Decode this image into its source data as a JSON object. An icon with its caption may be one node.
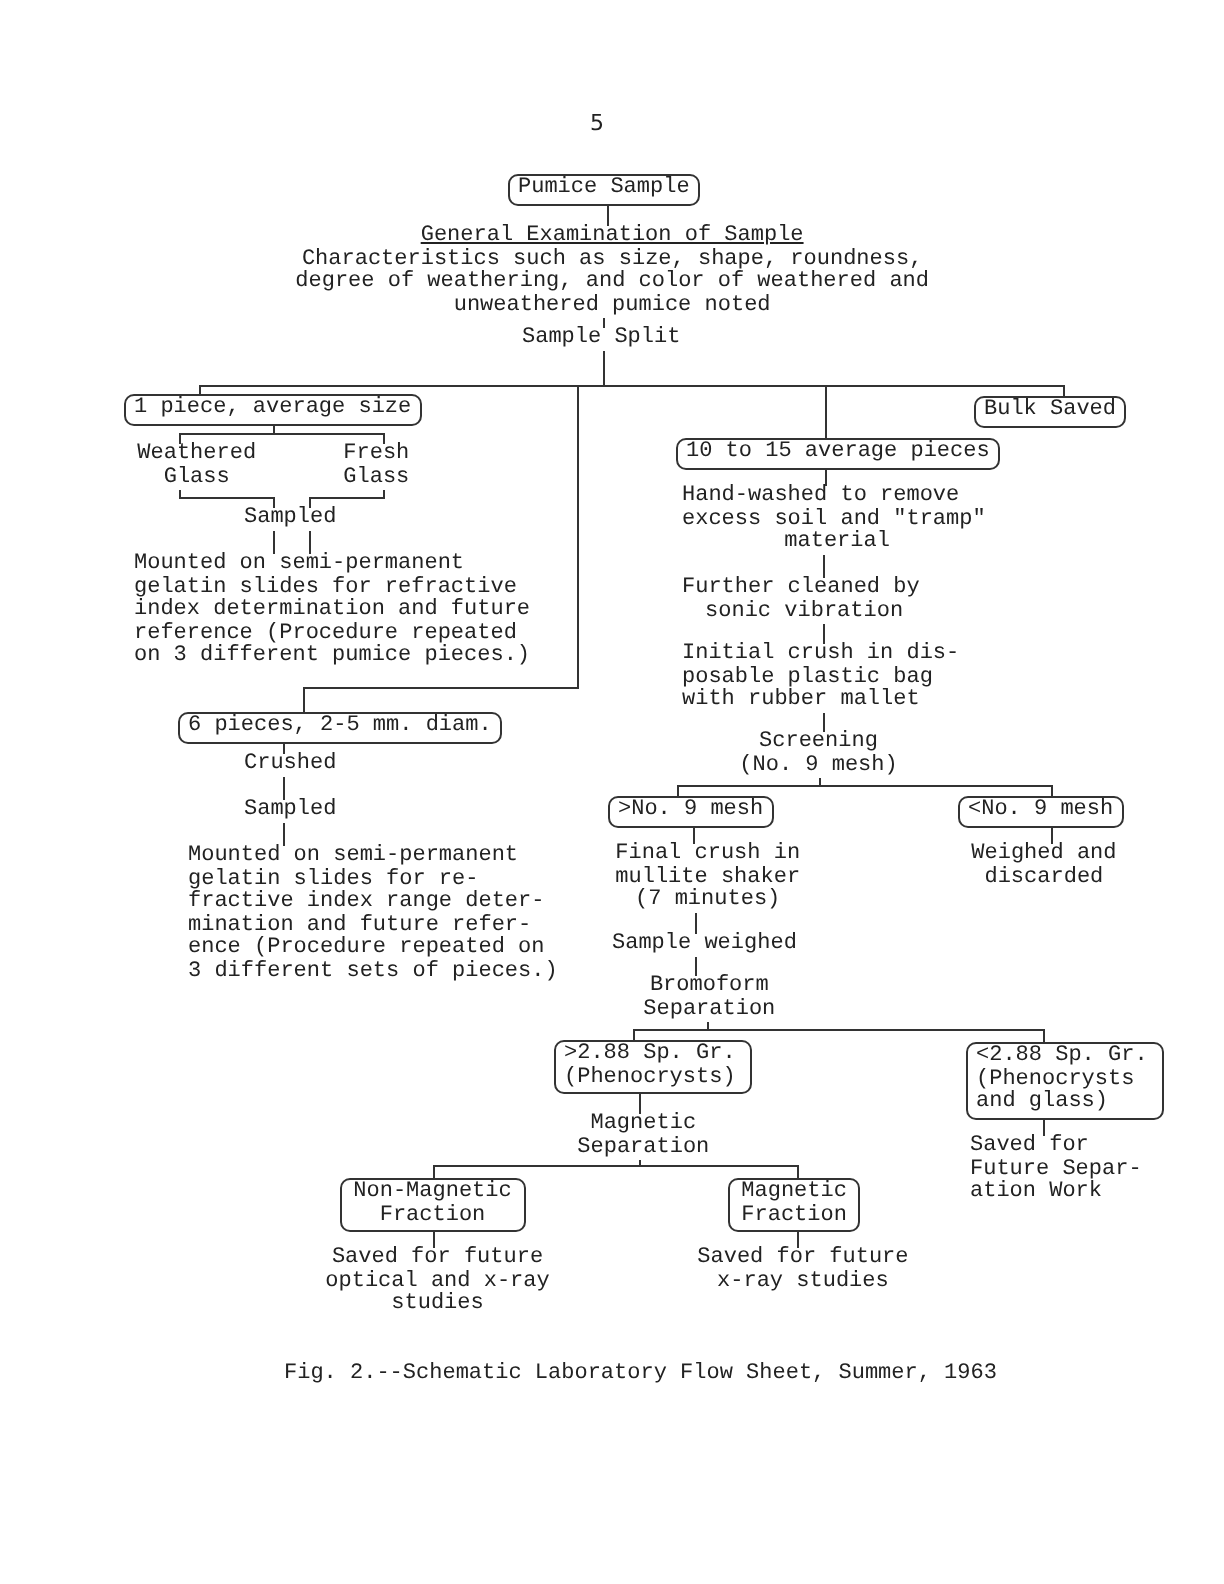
{
  "diagram": {
    "caption": "Fig. 2.--Schematic Laboratory Flow Sheet, Summer, 1963",
    "nodes": [
      {
        "text": [
          "Pumice Sample"
        ]
      },
      {
        "text": [
          "General Examination of Sample",
          "Characteristics such as size, shape, roundness, degree of weathering, and color of weathered and unweathered pumice noted"
        ]
      },
      {
        "text": [
          "Sample Split"
        ]
      },
      {
        "text": [
          "1 piece, average size"
        ]
      },
      {
        "text": [
          "Bulk Saved"
        ]
      },
      {
        "text": [
          "10 to 15 average pieces"
        ]
      },
      {
        "text": [
          "Weathered Glass"
        ]
      },
      {
        "text": [
          "Fresh Glass"
        ]
      },
      {
        "text": [
          "Sampled"
        ]
      },
      {
        "text": [
          "Mounted on semi-permanent gelatin slides for refractive index determination and future reference (Procedure repeated on 3 different pumice pieces.)"
        ]
      },
      {
        "text": [
          "6 pieces, 2-5 mm. diam."
        ]
      },
      {
        "text": [
          "Crushed"
        ]
      },
      {
        "text": [
          "Sampled"
        ]
      },
      {
        "text": [
          "Mounted on semi-permanent gelatin slides for re- fractive index range deter- mination and future refer- ence (Procedure repeated on 3 different sets of pieces.)"
        ]
      },
      {
        "text": [
          "Hand-washed to remove excess soil and \"tramp\" material"
        ]
      },
      {
        "text": [
          "Further cleaned by sonic vibration"
        ]
      },
      {
        "text": [
          "Initial crush in dis- posable plastic bag with rubber mallet"
        ]
      },
      {
        "text": [
          "Screening (No. 9 mesh)"
        ]
      },
      {
        "text": [
          ">No. 9 mesh"
        ]
      },
      {
        "text": [
          "<No. 9 mesh"
        ]
      },
      {
        "text": [
          "Final crush in mullite shaker (7 minutes)"
        ]
      },
      {
        "text": [
          "Weighed and discarded"
        ]
      },
      {
        "text": [
          "Sample weighed"
        ]
      },
      {
        "text": [
          "Bromoform Separation"
        ]
      },
      {
        "text": [
          ">2.88 Sp. Gr. (Phenocrysts)"
        ]
      },
      {
        "text": [
          "<2.88 Sp. Gr. (Phenocrysts and glass)"
        ]
      },
      {
        "text": [
          "Magnetic Separation"
        ]
      },
      {
        "text": [
          "Non-Magnetic Fraction"
        ]
      },
      {
        "text": [
          "Magnetic Fraction"
        ]
      },
      {
        "text": [
          "Saved for future optical and x-ray studies"
        ]
      },
      {
        "text": [
          "Saved for future x-ray studies"
        ]
      },
      {
        "text": [
          "Saved for Future Separ- ation Work"
        ]
      }
    ],
    "edges": [
      {
        "from": 0,
        "to": 1,
        "arrow": "none"
      },
      {
        "from": 1,
        "to": 2,
        "arrow": "none"
      },
      {
        "from": 2,
        "to": 3,
        "arrow": "none"
      },
      {
        "from": 2,
        "to": 10,
        "arrow": "none"
      },
      {
        "from": 2,
        "to": 5,
        "arrow": "none"
      },
      {
        "from": 2,
        "to": 4,
        "arrow": "none"
      },
      {
        "from": 3,
        "to": 6,
        "arrow": "none"
      },
      {
        "from": 3,
        "to": 7,
        "arrow": "none"
      },
      {
        "from": 6,
        "to": 8,
        "arrow": "none"
      },
      {
        "from": 7,
        "to": 8,
        "arrow": "none"
      },
      {
        "from": 8,
        "to": 9,
        "arrow": "none"
      },
      {
        "from": 8,
        "to": 9,
        "arrow": "none"
      },
      {
        "from": 10,
        "to": 11,
        "arrow": "none"
      },
      {
        "from": 11,
        "to": 12,
        "arrow": "none"
      },
      {
        "from": 12,
        "to": 13,
        "arrow": "none"
      },
      {
        "from": 5,
        "to": 14,
        "arrow": "none"
      },
      {
        "from": 14,
        "to": 15,
        "arrow": "none"
      },
      {
        "from": 15,
        "to": 16,
        "arrow": "none"
      },
      {
        "from": 16,
        "to": 17,
        "arrow": "none"
      },
      {
        "from": 17,
        "to": 18,
        "arrow": "none"
      },
      {
        "from": 17,
        "to": 19,
        "arrow": "none"
      },
      {
        "from": 18,
        "to": 20,
        "arrow": "none"
      },
      {
        "from": 19,
        "to": 21,
        "arrow": "none"
      },
      {
        "from": 20,
        "to": 22,
        "arrow": "none"
      },
      {
        "from": 22,
        "to": 23,
        "arrow": "none"
      },
      {
        "from": 23,
        "to": 24,
        "arrow": "none"
      },
      {
        "from": 23,
        "to": 25,
        "arrow": "none"
      },
      {
        "from": 24,
        "to": 26,
        "arrow": "none"
      },
      {
        "from": 26,
        "to": 27,
        "arrow": "none"
      },
      {
        "from": 26,
        "to": 28,
        "arrow": "none"
      },
      {
        "from": 27,
        "to": 29,
        "arrow": "none"
      },
      {
        "from": 28,
        "to": 30,
        "arrow": "none"
      },
      {
        "from": 25,
        "to": 31,
        "arrow": "none"
      }
    ],
    "labels": [
      "5"
    ]
  }
}
